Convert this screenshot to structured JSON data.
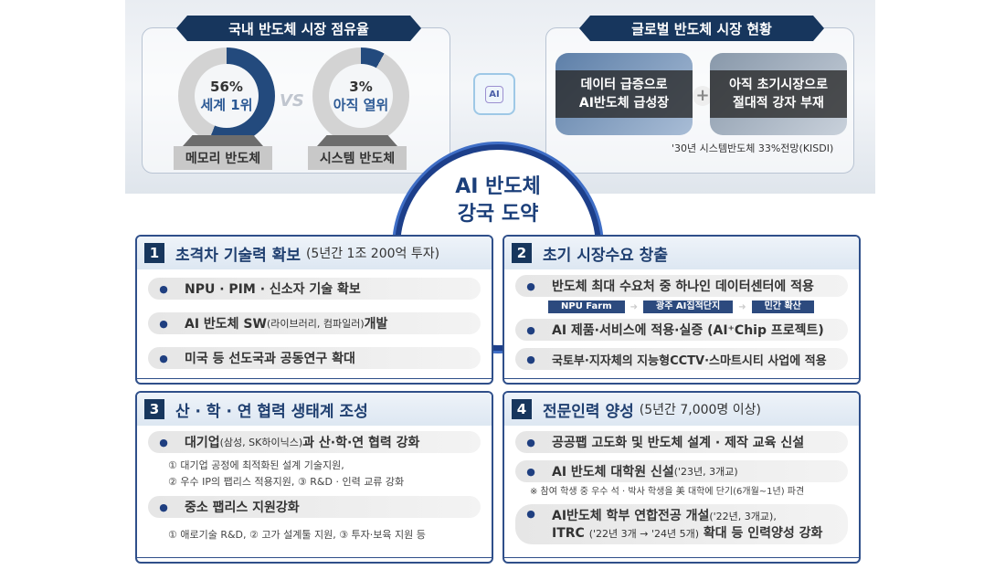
{
  "domestic": {
    "title": "국내 반도체 시장 점유율",
    "memory": {
      "share_percent": 56,
      "pct_label": "56%",
      "rank": "세계 1위",
      "label": "메모리 반도체"
    },
    "system": {
      "share_percent": 3,
      "pct_label": "3%",
      "rank": "아직 열위",
      "label": "시스템 반도체"
    },
    "vs": "VS",
    "accent": "#234a7d"
  },
  "chip_icon_label": "AI",
  "global": {
    "title": "글로벌 반도체 시장 현황",
    "card1": "데이터 급증으로\nAI반도체 급성장",
    "plus": "+",
    "card2": "아직 초기시장으로\n절대적 강자 부재",
    "note": "'30년  시스템반도체 33%전망(KISDI)"
  },
  "emblem": {
    "line1": "AI 반도체",
    "line2": "강국 도약"
  },
  "sections": [
    {
      "num": "1",
      "title": "초격차 기술력 확보",
      "sub": "(5년간 1조 200억 투자)",
      "items": [
        "NPU · PIM · 신소자 기술 확보",
        "AI 반도체 SW",
        "(라이브러리, 컴파일러)",
        " 개발",
        "미국 등 선도국과 공동연구 확대"
      ]
    },
    {
      "num": "2",
      "title": "초기 시장수요 창출",
      "items": [
        "반도체 최대 수요처 중 하나인 데이터센터에 적용",
        "AI 제품·서비스에 적용·실증 (AI⁺Chip 프로젝트)",
        "국토부·지자체의 지능형CCTV·스마트시티 사업에 적용"
      ],
      "flow": [
        "NPU Farm",
        "광주 AI집적단지",
        "민간 확산"
      ]
    },
    {
      "num": "3",
      "title": "산 · 학 · 연 협력 생태계 조성",
      "items": [
        "대기업",
        "(삼성, SK하이닉스)",
        "과 산·학·연 협력 강화",
        "중소 팹리스 지원강화"
      ],
      "details": [
        "① 대기업 공정에 최적화된 설계 기술지원,",
        "② 우수 IP의 팹리스 적용지원, ③ R&D · 인력 교류 강화",
        "① 애로기술 R&D, ② 고가 설계툴 지원, ③ 투자·보육 지원 등"
      ]
    },
    {
      "num": "4",
      "title": "전문인력 양성",
      "sub": "(5년간 7,000명 이상)",
      "items": [
        "공공팹 고도화 및 반도체 설계 · 제작 교육 신설",
        "AI 반도체 대학원 신설",
        "('23년, 3개교)",
        "AI반도체 학부 연합전공 개설",
        "('22년, 3개교),",
        "ITRC",
        "('22년 3개 → '24년 5개)",
        " 확대 등 인력양성 강화"
      ],
      "note": "※ 참여 학생 중 우수 석 · 박사 학생을 美 대학에 단기(6개월~1년) 파견"
    }
  ]
}
